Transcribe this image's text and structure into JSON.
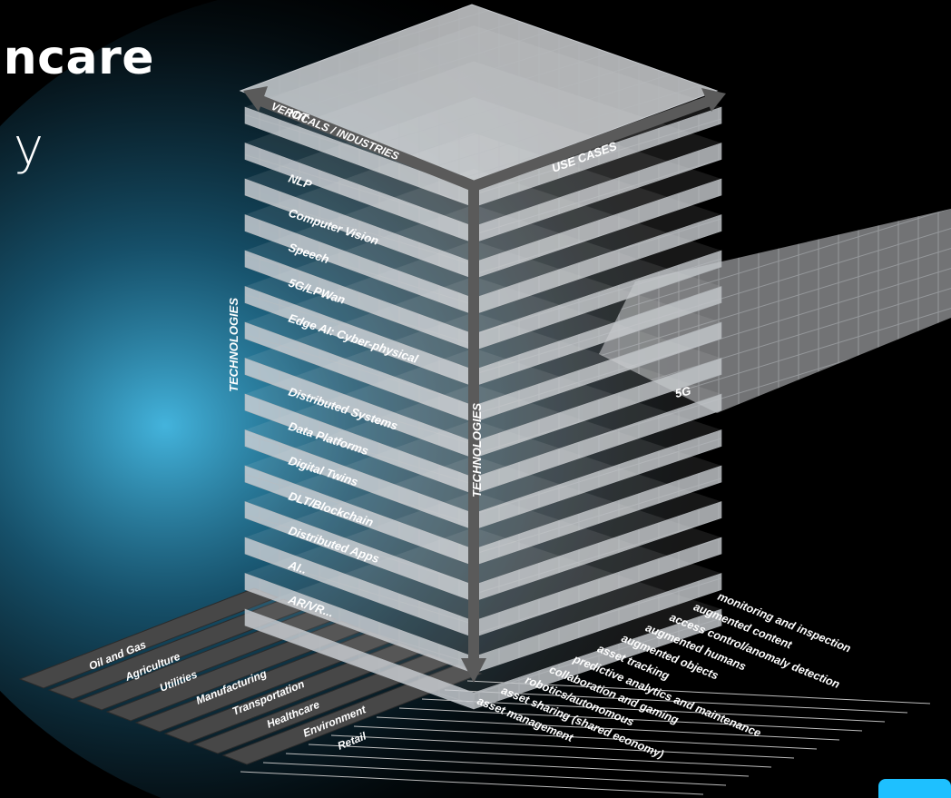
{
  "title": {
    "line1": "ncare",
    "line2": "y"
  },
  "axes": {
    "verticals": "VERTICALS / INDUSTRIES",
    "use_cases": "USE CASES",
    "technologies_left": "TECHNOLOGIES",
    "technologies_center": "TECHNOLOGIES"
  },
  "technologies": [
    "IOT",
    "NLP",
    "Computer Vision",
    "Speech",
    "5G/LPWan",
    "Edge AI: Cyber-physical",
    "Distributed Systems",
    "Data Platforms",
    "Digital Twins",
    "DLT/Blockchain",
    "Distributed Apps",
    "AI..",
    "AR/VR..."
  ],
  "slab_label": "5G",
  "verticals": [
    "Oil and Gas",
    "Agriculture",
    "Utilities",
    "Manufacturing",
    "Transportation",
    "Healthcare",
    "Environment",
    "Retail"
  ],
  "use_cases": [
    "monitoring and inspection",
    "augmented content",
    "access control/anomaly detection",
    "augmented humans",
    "augmented objects",
    "asset tracking",
    "predictive analytics and maintenance",
    "collaboration and gaming",
    "robotics/autonomous",
    "asset sharing (shared economy)",
    "asset management"
  ],
  "colors": {
    "background": "#000000",
    "glow": "#3fb6e6",
    "cube_face": "#d7dade",
    "cube_top": "#e6e8ea",
    "strip": "#4a4a4a",
    "arrow": "#5a5a5a",
    "accent": "#1ec0ff"
  }
}
